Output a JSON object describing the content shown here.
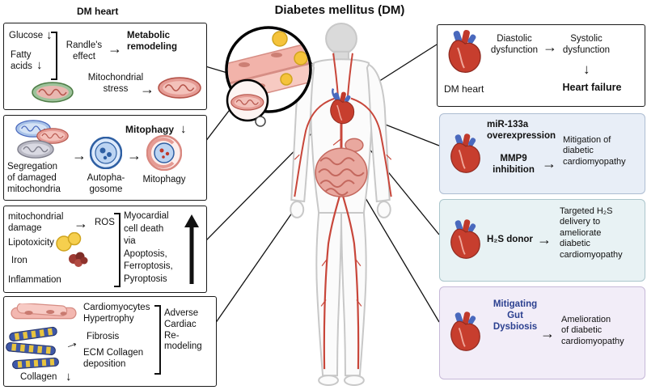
{
  "title": "Diabetes mellitus (DM)",
  "icons": {
    "arrow_right": "→",
    "arrow_down": "↓"
  },
  "colors": {
    "heart_red": "#c73e2e",
    "vessel_blue": "#4a69bd",
    "mir_box_bg": "#e8eef7",
    "h2s_box_bg": "#e8f2f4",
    "gut_box_bg": "#f2edf8",
    "gut_title_blue": "#2a3f8f"
  },
  "left_panel": {
    "dm_heart_label": "DM heart",
    "metabolic_box": {
      "glucose": "Glucose",
      "fatty_acids": "Fatty\nacids",
      "randles_effect": "Randle's\neffect",
      "metabolic_remodeling": "Metabolic\nremodeling",
      "mitochondrial_stress": "Mitochondrial\nstress"
    },
    "mitophagy_box": {
      "title": "Mitophagy",
      "segregation": "Segregation\nof damaged\nmitochondria",
      "autophagosome": "Autopha-\ngosome",
      "mitophagy": "Mitophagy"
    },
    "cell_death_box": {
      "mitochondrial_damage": "mitochondrial\ndamage",
      "ros": "ROS",
      "lipotoxicity": "Lipotoxicity",
      "iron": "Iron",
      "inflammation": "Inflammation",
      "cell_death": "Myocardial\ncell death\nvia\nApoptosis,\nFerroptosis,\nPyroptosis"
    },
    "remodeling_box": {
      "cardiomyocytes_hypertrophy": "Cardiomyocytes\nHypertrophy",
      "fibrosis": "Fibrosis",
      "ecm_collagen": "ECM Collagen\ndeposition",
      "collagen": "Collagen",
      "adverse_remodeling": "Adverse\nCardiac\nRe-\nmodeling"
    }
  },
  "right_panel": {
    "dm_heart_box": {
      "diastolic": "Diastolic\ndysfunction",
      "systolic": "Systolic\ndysfunction",
      "heart_failure": "Heart failure",
      "dm_heart": "DM heart"
    },
    "mir_box": {
      "mir_133a": "miR-133a\noverexpression",
      "mmp9": "MMP9\ninhibition",
      "outcome": "Mitigation of\ndiabetic\ncardiomyopathy"
    },
    "h2s_box": {
      "h2s_donor": "H₂S donor",
      "outcome": "Targeted H₂S\ndelivery to\nameliorate\ndiabetic\ncardiomyopathy"
    },
    "gut_box": {
      "gut_dysbiosis": "Mitigating\nGut\nDysbiosis",
      "outcome": "Amelioration\nof diabetic\ncardiomyopathy"
    }
  }
}
